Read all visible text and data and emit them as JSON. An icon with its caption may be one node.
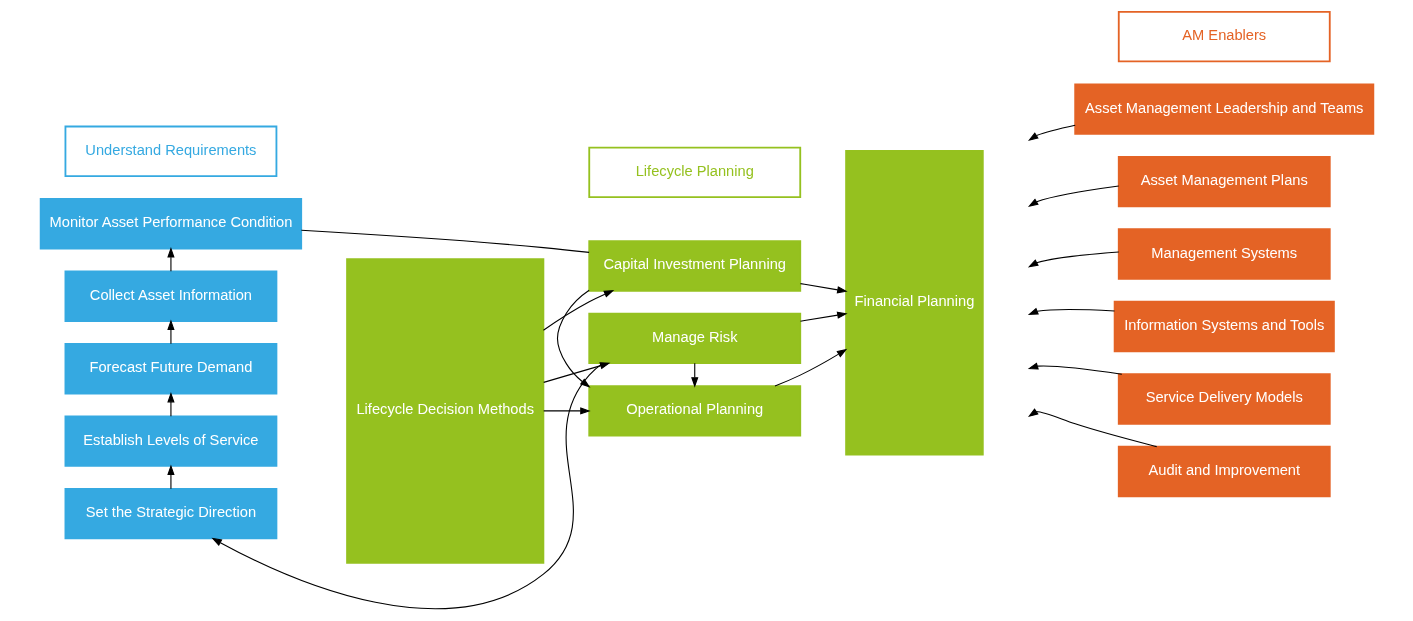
{
  "diagram": {
    "nodes": [
      {
        "text": [
          "Understand Requirements"
        ]
      },
      {
        "text": [
          "Lifecycle Planning"
        ]
      },
      {
        "text": [
          "AM Enablers"
        ]
      },
      {
        "text": [
          "Set the Strategic Direction"
        ]
      },
      {
        "text": [
          "Establish Levels of Service"
        ]
      },
      {
        "text": [
          "Forecast Future Demand"
        ]
      },
      {
        "text": [
          "Collect Asset Information"
        ]
      },
      {
        "text": [
          "Monitor Asset Performance Condition"
        ]
      },
      {
        "text": [
          "Lifecycle Decision Methods"
        ]
      },
      {
        "text": [
          "Manage Risk"
        ]
      },
      {
        "text": [
          "Operational Planning"
        ]
      },
      {
        "text": [
          "Capital Investment Planning"
        ]
      },
      {
        "text": [
          "Financial Planning"
        ]
      },
      {
        "text": [
          "Asset Management Leadership and Teams"
        ]
      },
      {
        "text": [
          "Asset Management Plans"
        ]
      },
      {
        "text": [
          "Management Systems"
        ]
      },
      {
        "text": [
          "Information Systems and Tools"
        ]
      },
      {
        "text": [
          "Service Delivery Models"
        ]
      },
      {
        "text": [
          "Audit and Improvement"
        ]
      }
    ],
    "edges": [
      {
        "from": 3,
        "to": 4,
        "arrow": "to"
      },
      {
        "from": 4,
        "to": 5,
        "arrow": "to"
      },
      {
        "from": 5,
        "to": 6,
        "arrow": "to"
      },
      {
        "from": 6,
        "to": 7,
        "arrow": "to"
      },
      {
        "from": 9,
        "to": 3,
        "arrow": "to"
      },
      {
        "from": 8,
        "to": 9,
        "arrow": "to"
      },
      {
        "from": 8,
        "to": 10,
        "arrow": "to"
      },
      {
        "from": 8,
        "to": 11,
        "arrow": "to"
      },
      {
        "from": 9,
        "to": 10,
        "arrow": "to"
      },
      {
        "from": 11,
        "to": 10,
        "arrow": "to"
      },
      {
        "from": 9,
        "to": 12,
        "arrow": "to"
      },
      {
        "from": 10,
        "to": 12,
        "arrow": "to"
      },
      {
        "from": 11,
        "to": 12,
        "arrow": "to"
      },
      {
        "from": 7,
        "to": 11,
        "arrow": "none"
      },
      {
        "from": 13,
        "to": null,
        "arrow": "to"
      },
      {
        "from": 14,
        "to": null,
        "arrow": "to"
      },
      {
        "from": 15,
        "to": null,
        "arrow": "to"
      },
      {
        "from": 16,
        "to": null,
        "arrow": "to"
      },
      {
        "from": 17,
        "to": null,
        "arrow": "to"
      },
      {
        "from": 18,
        "to": null,
        "arrow": "to"
      }
    ]
  }
}
